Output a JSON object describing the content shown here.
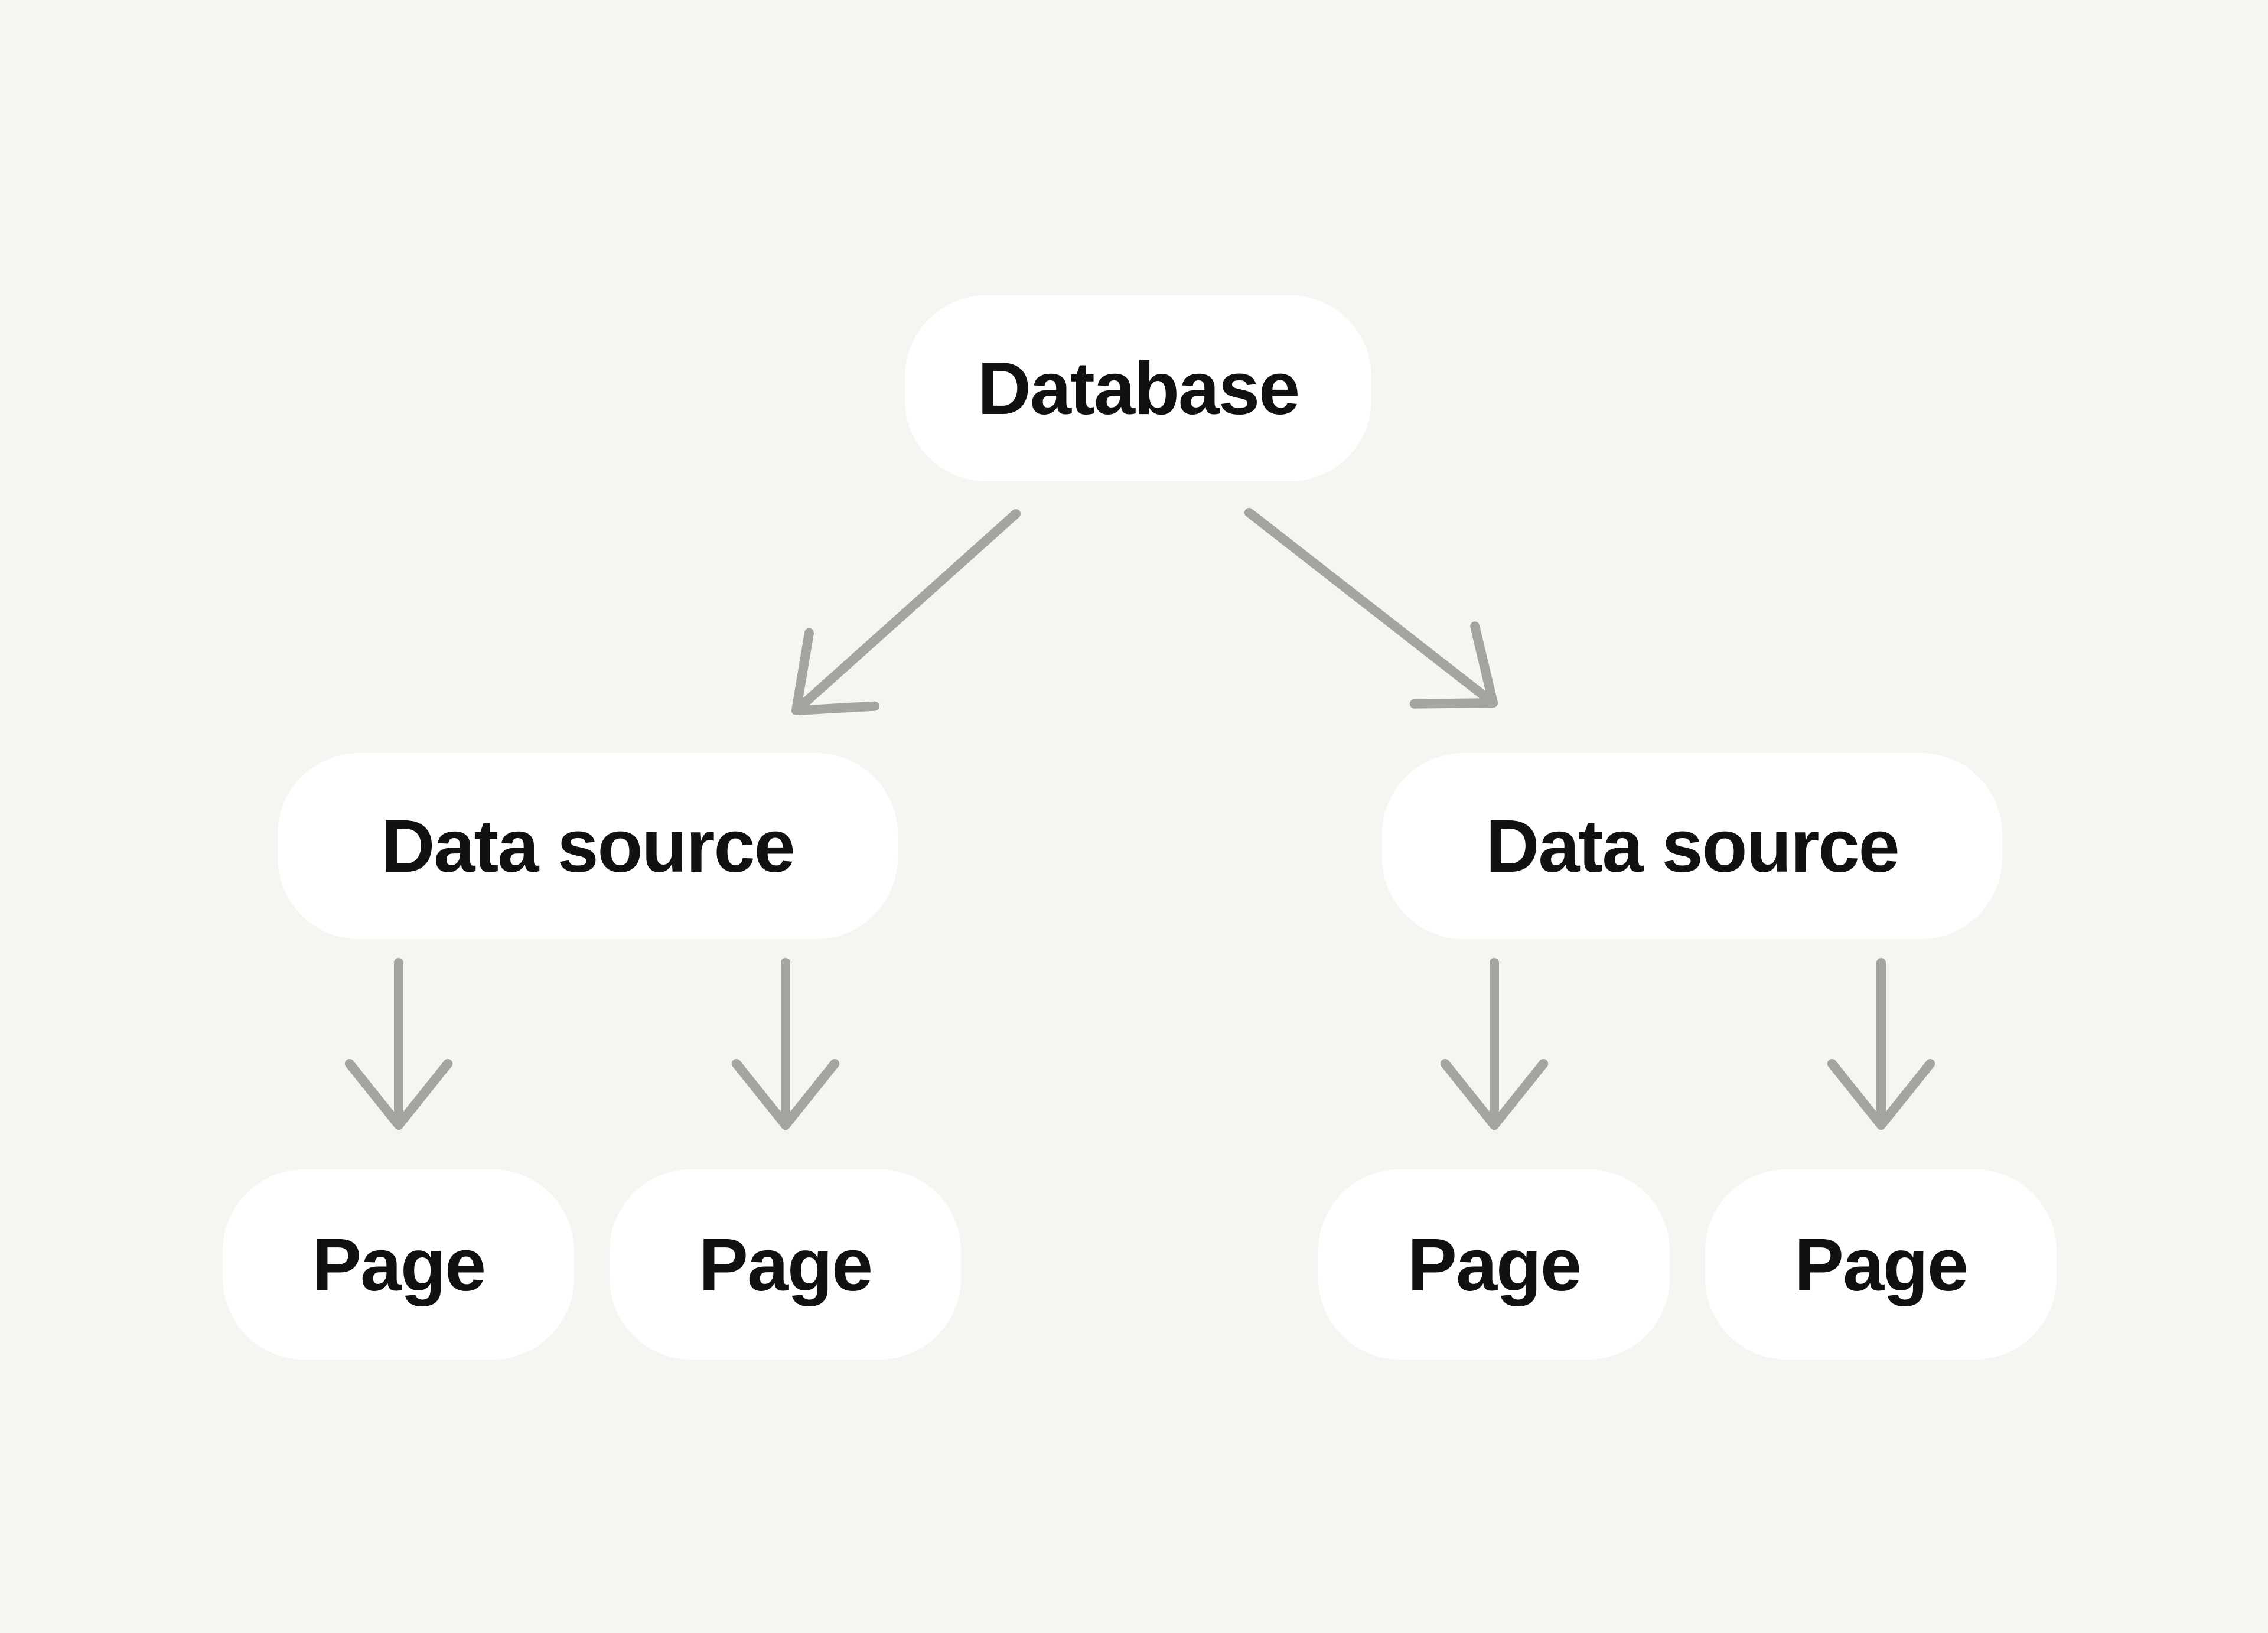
{
  "diagram": {
    "type": "tree",
    "nodes": {
      "database": {
        "label": "Database"
      },
      "data_source_left": {
        "label": "Data source"
      },
      "data_source_right": {
        "label": "Data source"
      },
      "page_1": {
        "label": "Page"
      },
      "page_2": {
        "label": "Page"
      },
      "page_3": {
        "label": "Page"
      },
      "page_4": {
        "label": "Page"
      }
    },
    "edges": [
      {
        "from": "database",
        "to": "data_source_left"
      },
      {
        "from": "database",
        "to": "data_source_right"
      },
      {
        "from": "data_source_left",
        "to": "page_1"
      },
      {
        "from": "data_source_left",
        "to": "page_2"
      },
      {
        "from": "data_source_right",
        "to": "page_3"
      },
      {
        "from": "data_source_right",
        "to": "page_4"
      }
    ],
    "colors": {
      "background": "#F6F5F2",
      "node_fill": "#FFFFFF",
      "node_text": "#111111",
      "arrow": "#A6A4A1"
    }
  }
}
